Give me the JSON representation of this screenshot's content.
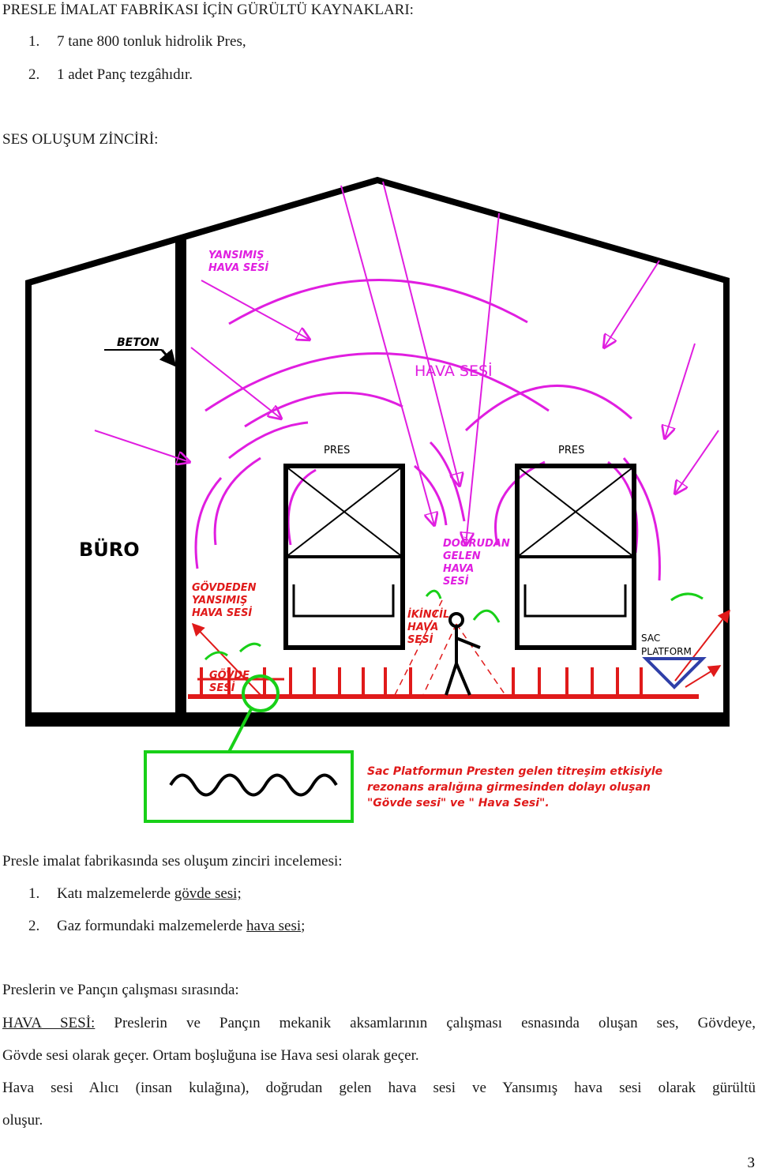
{
  "heading1": "PRESLE İMALAT FABRİKASI İÇİN GÜRÜLTÜ KAYNAKLARI:",
  "sources": [
    {
      "num": "1.",
      "text": "7 tane 800 tonluk hidrolik Pres,"
    },
    {
      "num": "2.",
      "text": "1 adet Panç tezgâhıdır."
    }
  ],
  "heading2": "SES OLUŞUM ZİNCİRİ:",
  "diagram": {
    "reflected_air": [
      "YANSIMIŞ",
      "HAVA SESİ"
    ],
    "beton": "BETON",
    "air_sound": "HAVA SESİ",
    "press_left": "PRES",
    "press_right": "PRES",
    "buro": "BÜRO",
    "direct": [
      "DOĞRUDAN",
      "GELEN",
      "HAVA",
      "SESİ"
    ],
    "body_reflected": [
      "GÖVDEDEN",
      "YANSIMIŞ",
      "HAVA SESİ"
    ],
    "secondary": [
      "İKİNCİL",
      "HAVA",
      "SESİ"
    ],
    "body_sound": [
      "GÖVDE",
      "SESİ"
    ],
    "sac_platform": [
      "SAC",
      "PLATFORM"
    ],
    "caption": [
      "Sac Platformun Presten gelen titreşim etkisiyle",
      "rezonans aralığına girmesinden dolayı oluşan",
      "\"Gövde sesi\" ve \" Hava Sesi\"."
    ]
  },
  "intro": "Presle imalat fabrikasında ses oluşum zinciri incelemesi:",
  "chain": [
    {
      "num": "1.",
      "before": "Katı malzemelerde ",
      "underlined": "gövde sesi;",
      "after": ""
    },
    {
      "num": "2.",
      "before": "Gaz formundaki malzemelerde ",
      "underlined": "hava sesi",
      "after": ";"
    }
  ],
  "working": "Preslerin ve Pançın çalışması sırasında:",
  "p1_label": "HAVA SESİ:",
  "p1_line1": "Preslerin ve Pançın mekanik aksamlarının çalışması esnasında oluşan ses, Gövdeye,",
  "p1_line2": "Gövde sesi olarak geçer. Ortam boşluğuna ise Hava sesi olarak geçer.",
  "p2_line1": "Hava sesi Alıcı (insan kulağına), doğrudan gelen hava sesi ve Yansımış hava sesi olarak gürültü",
  "p2_line2": "oluşur.",
  "page_number": "3",
  "colors": {
    "magenta": "#e01ee0",
    "red": "#e01a1a",
    "green": "#18d018",
    "blue": "#2f3fa8",
    "black": "#000000"
  }
}
